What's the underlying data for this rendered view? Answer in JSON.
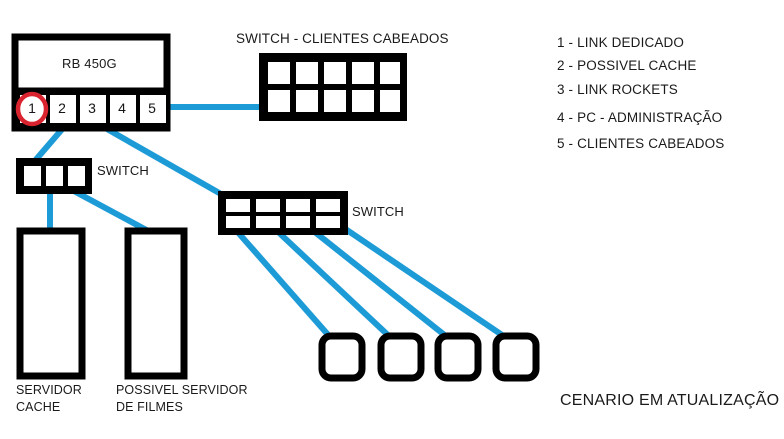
{
  "diagram": {
    "footer_note": "CENARIO EM ATUALIZAÇÃO",
    "colors": {
      "link": "#1d9bd7",
      "outline": "#000000",
      "highlight": "#d9232e",
      "text": "#1a1a1a",
      "background": "#ffffff"
    },
    "router": {
      "label": "RB 450G",
      "ports": [
        {
          "number": "1",
          "highlighted": true
        },
        {
          "number": "2",
          "highlighted": false
        },
        {
          "number": "3",
          "highlighted": false
        },
        {
          "number": "4",
          "highlighted": false
        },
        {
          "number": "5",
          "highlighted": false
        }
      ]
    },
    "switch_top": {
      "label": "SWITCH - CLIENTES CABEADOS",
      "columns": 5,
      "rows": 2
    },
    "switch_left": {
      "label": "SWITCH",
      "columns": 3,
      "rows": 1
    },
    "switch_middle": {
      "label": "SWITCH",
      "columns": 4,
      "rows": 2
    },
    "servers": [
      {
        "label_line1": "SERVIDOR",
        "label_line2": "CACHE"
      },
      {
        "label_line1": "POSSIVEL SERVIDOR",
        "label_line2": "DE FILMES"
      }
    ],
    "clients": [
      {
        "id": "client-1"
      },
      {
        "id": "client-2"
      },
      {
        "id": "client-3"
      },
      {
        "id": "client-4"
      }
    ],
    "legend": [
      {
        "text": "1 - LINK DEDICADO"
      },
      {
        "text": "2 - POSSIVEL CACHE"
      },
      {
        "text": "3 - LINK ROCKETS"
      },
      {
        "text": "4 - PC - ADMINISTRAÇÃO"
      },
      {
        "text": "5 - CLIENTES CABEADOS"
      }
    ]
  }
}
